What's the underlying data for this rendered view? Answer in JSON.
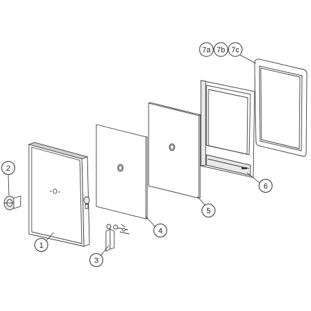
{
  "callouts": [
    {
      "id": "1",
      "label": "1"
    },
    {
      "id": "2",
      "label": "2"
    },
    {
      "id": "3",
      "label": "3"
    },
    {
      "id": "4",
      "label": "4"
    },
    {
      "id": "5",
      "label": "5"
    },
    {
      "id": "6",
      "label": "6"
    },
    {
      "id": "7a",
      "label": "7a"
    },
    {
      "id": "7b",
      "label": "7b"
    },
    {
      "id": "7c",
      "label": "7c"
    }
  ],
  "colors": {
    "stroke": "#3a3a3a",
    "panel_shade": "#e9e9e9",
    "background": "#ffffff"
  }
}
